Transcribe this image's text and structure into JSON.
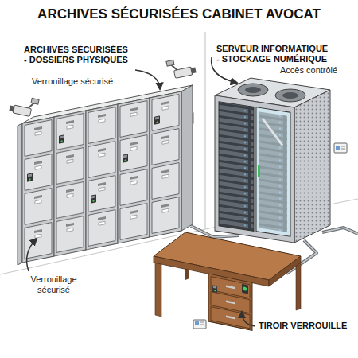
{
  "diagram": {
    "title": "ARCHIVES SÉCURISÉES CABINET AVOCAT",
    "labels": [
      "ARCHIVES SÉCURISÉES - DOSSIERS PHYSIQUES",
      "Verrouillage sécurisé",
      "SERVEUR INFORMATIQUE - STOCKAGE NUMÉRIQUE",
      "Accès contrôlé",
      "Verrouillage sécurisé",
      "TIROIR VERROUILLÉ"
    ]
  }
}
